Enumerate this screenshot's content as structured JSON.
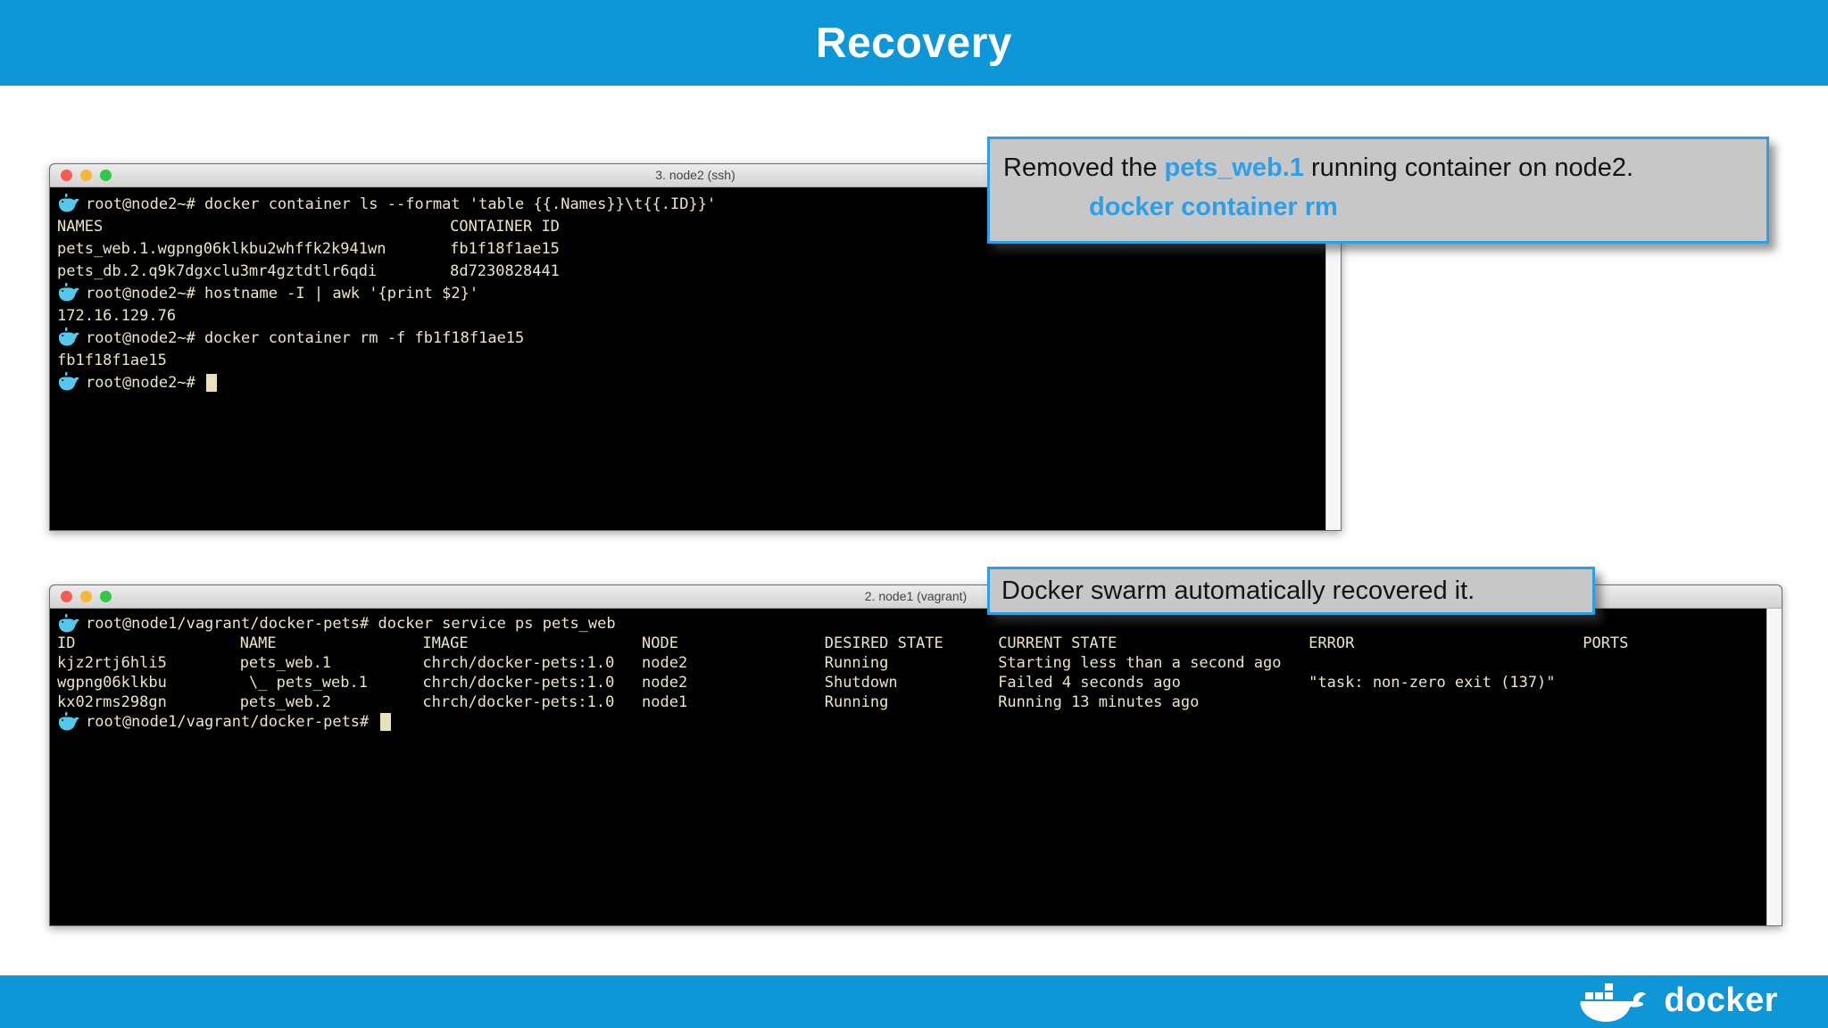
{
  "slide": {
    "title": "Recovery"
  },
  "colors": {
    "brand_blue": "#0e96d6",
    "callout_border_blue": "#2d9fe3",
    "callout_highlight_blue": "#2d9fe8",
    "terminal_text_cream": "#ece5c3",
    "whale_prompt_cyan": "#55c8ec"
  },
  "callout1": {
    "prefix": "Removed the ",
    "highlight": "pets_web.1",
    "suffix": " running container on node2.",
    "command": "docker container rm"
  },
  "callout2": {
    "text": "Docker swarm automatically recovered it."
  },
  "terminal1": {
    "window_title": "3. node2 (ssh)",
    "lines": [
      {
        "prompt": true,
        "text": "root@node2~# docker container ls --format 'table {{.Names}}\\t{{.ID}}'"
      },
      {
        "prompt": false,
        "text": "NAMES                                      CONTAINER ID"
      },
      {
        "prompt": false,
        "text": "pets_web.1.wgpng06klkbu2whffk2k941wn       fb1f18f1ae15"
      },
      {
        "prompt": false,
        "text": "pets_db.2.q9k7dgxclu3mr4gztdtlr6qdi        8d7230828441"
      },
      {
        "prompt": true,
        "text": "root@node2~# hostname -I | awk '{print $2}'"
      },
      {
        "prompt": false,
        "text": "172.16.129.76"
      },
      {
        "prompt": true,
        "text": "root@node2~# docker container rm -f fb1f18f1ae15"
      },
      {
        "prompt": false,
        "text": "fb1f18f1ae15"
      },
      {
        "prompt": true,
        "text": "root@node2~# ",
        "cursor": true
      }
    ]
  },
  "terminal2": {
    "window_title": "2. node1 (vagrant)",
    "lines": [
      {
        "prompt": true,
        "text": "root@node1/vagrant/docker-pets# docker service ps pets_web"
      },
      {
        "prompt": false,
        "text": "ID                  NAME                IMAGE                   NODE                DESIRED STATE      CURRENT STATE                     ERROR                         PORTS"
      },
      {
        "prompt": false,
        "text": "kjz2rtj6hli5        pets_web.1          chrch/docker-pets:1.0   node2               Running            Starting less than a second ago"
      },
      {
        "prompt": false,
        "text": "wgpng06klkbu         \\_ pets_web.1      chrch/docker-pets:1.0   node2               Shutdown           Failed 4 seconds ago              \"task: non-zero exit (137)\""
      },
      {
        "prompt": false,
        "text": "kx02rms298gn        pets_web.2          chrch/docker-pets:1.0   node1               Running            Running 13 minutes ago"
      },
      {
        "prompt": true,
        "text": "root@node1/vagrant/docker-pets# ",
        "cursor": true
      }
    ]
  },
  "footer": {
    "logo_text": "docker"
  }
}
